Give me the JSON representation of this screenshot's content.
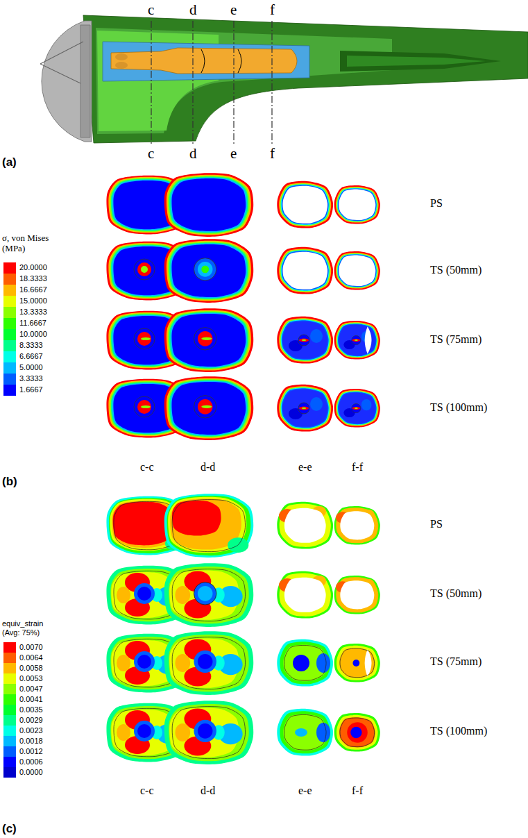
{
  "diagram": {
    "labels": [
      "c",
      "d",
      "e",
      "f",
      "c",
      "d",
      "e",
      "f",
      "(a)",
      "σ, von Mises (MPa)",
      "PS",
      "TS (50mm)",
      "TS (75mm)",
      "TS (100mm)",
      "c-c",
      "d-d",
      "e-e",
      "f-f",
      "(b)",
      "equiv_strain (Avg: 75%)",
      "PS",
      "TS (50mm)",
      "TS (75mm)",
      "TS (100mm)",
      "c-c",
      "d-d",
      "e-e",
      "f-f",
      "(c)"
    ],
    "legend": [
      {
        "text": "20.0000",
        "color": "#ff0000"
      },
      {
        "text": "18.3333",
        "color": "#ff5d00"
      },
      {
        "text": "16.6667",
        "color": "#ffb900"
      },
      {
        "text": "15.0000",
        "color": "#e7ff00"
      },
      {
        "text": "13.3333",
        "color": "#8bff00"
      },
      {
        "text": "11.6667",
        "color": "#2eff00"
      },
      {
        "text": "10.0000",
        "color": "#00ff2e"
      },
      {
        "text": "8.3333",
        "color": "#00ff8b"
      },
      {
        "text": "6.6667",
        "color": "#00ffe7"
      },
      {
        "text": "5.0000",
        "color": "#00b9ff"
      },
      {
        "text": "3.3333",
        "color": "#005dff"
      },
      {
        "text": "1.6667",
        "color": "#0000ff"
      },
      {
        "text": "0.0070",
        "color": "#ff0000"
      },
      {
        "text": "0.0064",
        "color": "#ff5d00"
      },
      {
        "text": "0.0058",
        "color": "#ffb900"
      },
      {
        "text": "0.0053",
        "color": "#e7ff00"
      },
      {
        "text": "0.0047",
        "color": "#8bff00"
      },
      {
        "text": "0.0041",
        "color": "#2eff00"
      },
      {
        "text": "0.0035",
        "color": "#00ff2e"
      },
      {
        "text": "0.0029",
        "color": "#00ff8b"
      },
      {
        "text": "0.0023",
        "color": "#00ffe7"
      },
      {
        "text": "0.0018",
        "color": "#00b9ff"
      },
      {
        "text": "0.0012",
        "color": "#005dff"
      },
      {
        "text": "0.0006",
        "color": "#0000ff"
      },
      {
        "text": "0.0000",
        "color": "#0000cc"
      }
    ]
  }
}
